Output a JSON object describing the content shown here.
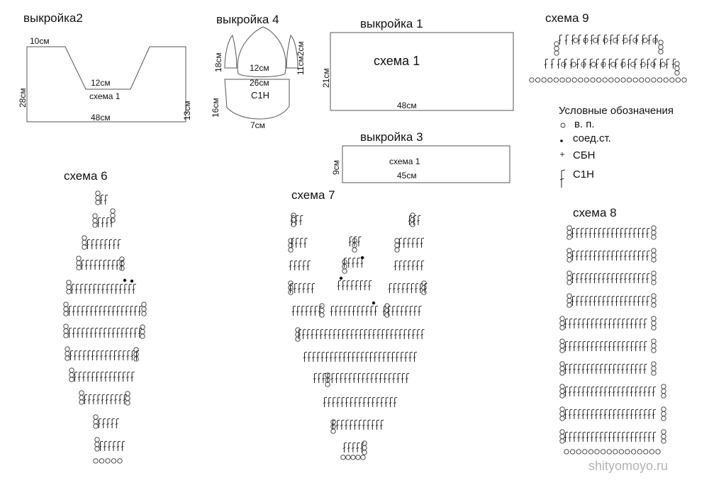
{
  "patterns": {
    "p2": {
      "title": "выкройка2",
      "top_width": "10см",
      "inner_width": "12см",
      "scheme": "схема 1",
      "bottom_width": "48см",
      "left_height": "28см",
      "right_height": "13см"
    },
    "p4": {
      "title": "выкройка 4",
      "top_height": "18см",
      "right_height": "11см2см",
      "inner1": "12см",
      "inner2": "26см",
      "stitch": "С1Н",
      "bottom_height": "16см",
      "bottom_width": "7см"
    },
    "p1": {
      "title": "выкройка 1",
      "scheme": "схема 1",
      "height": "21см",
      "width": "48см"
    },
    "p3": {
      "title": "выкройка 3",
      "scheme": "схема 1",
      "height": "9см",
      "width": "45см"
    }
  },
  "schemes": {
    "s6": {
      "title": "схема 6"
    },
    "s7": {
      "title": "схема 7"
    },
    "s8": {
      "title": "схема 8"
    },
    "s9": {
      "title": "схема 9"
    }
  },
  "legend": {
    "title": "Условные обозначения",
    "items": [
      {
        "symbol": "chain-stitch-icon",
        "label": "в. п."
      },
      {
        "symbol": "slip-stitch-icon",
        "label": "соед.ст."
      },
      {
        "symbol": "single-crochet-icon",
        "label": "СБН"
      },
      {
        "symbol": "double-crochet-icon",
        "label": "С1Н"
      }
    ]
  },
  "watermark": "shityomoyo.ru"
}
